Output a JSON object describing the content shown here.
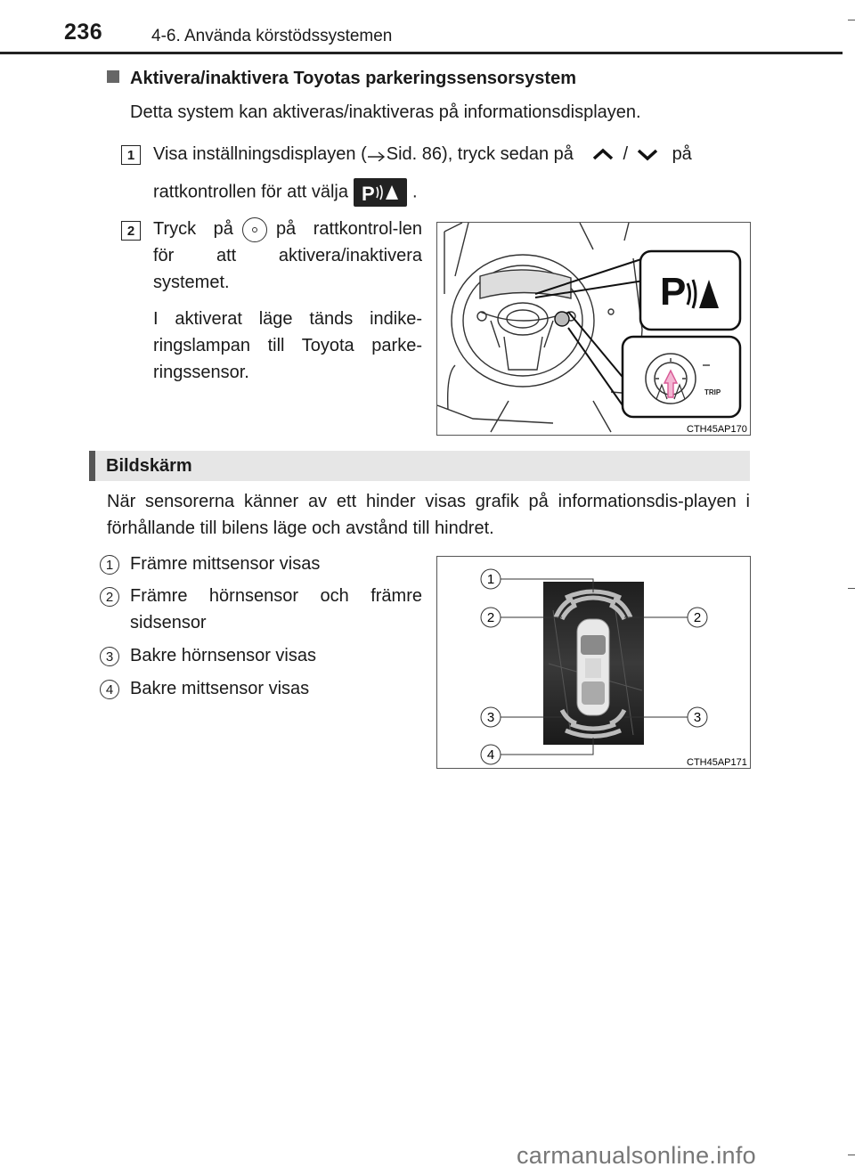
{
  "header": {
    "page_number": "236",
    "chapter": "4-6. Använda körstödssystemen"
  },
  "section": {
    "title": "Aktivera/inaktivera Toyotas parkeringssensorsystem",
    "intro": "Detta system kan aktiveras/inaktiveras på informationsdisplayen."
  },
  "steps": [
    {
      "num": "1",
      "line1_a": "Visa inställningsdisplayen (",
      "line1_b": "Sid. 86), tryck sedan på",
      "line1_c": "/",
      "line1_d": "på",
      "line2": "rattkontrollen för att välja",
      "line2_end": "."
    },
    {
      "num": "2",
      "text_a": "Tryck på",
      "text_b": "på rattkontrol-len för att aktivera/inaktivera systemet.",
      "note": "I aktiverat läge tänds indike-ringslampan till Toyota parke-ringssensor."
    }
  ],
  "figure1": {
    "code": "CTH45AP170",
    "trip_label": "TRIP"
  },
  "display_section": {
    "title": "Bildskärm",
    "text": "När sensorerna känner av ett hinder visas grafik på informationsdis-playen i förhållande till bilens läge och avstånd till hindret.",
    "items": [
      {
        "num": "1",
        "text": "Främre mittsensor visas"
      },
      {
        "num": "2",
        "text": "Främre hörnsensor och främre sidsensor"
      },
      {
        "num": "3",
        "text": "Bakre hörnsensor visas"
      },
      {
        "num": "4",
        "text": "Bakre mittsensor visas"
      }
    ]
  },
  "figure2": {
    "code": "CTH45AP171",
    "callouts": [
      "1",
      "2",
      "2",
      "3",
      "3",
      "4"
    ]
  },
  "watermark": "carmanualsonline.info"
}
